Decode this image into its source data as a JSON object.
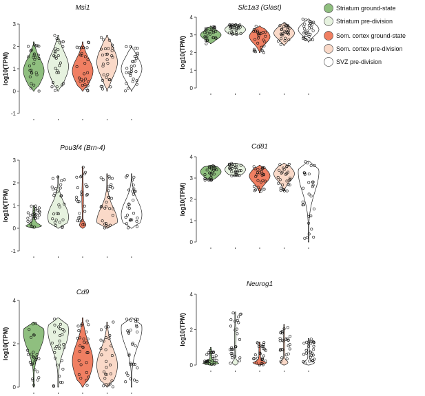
{
  "legend": [
    {
      "label": "Striatum ground-state",
      "color": "#8fbf7f"
    },
    {
      "label": "Striatum pre-division",
      "color": "#e6f2df"
    },
    {
      "label": "Som. cortex ground-state",
      "color": "#f07f62"
    },
    {
      "label": "Som. cortex pre-division",
      "color": "#fad9c8"
    },
    {
      "label": "SVZ pre-division",
      "color": "#ffffff"
    }
  ],
  "chart_data": [
    {
      "type": "violin",
      "title": "Msi1",
      "ylabel": "log10(TPM)",
      "ylim": [
        -1,
        3
      ],
      "yticks": [
        -1,
        0,
        1,
        2,
        3
      ],
      "series": [
        {
          "name": "Striatum ground-state",
          "median": 0.9,
          "range": [
            0,
            2.2
          ]
        },
        {
          "name": "Striatum pre-division",
          "median": 1.1,
          "range": [
            0,
            2.5
          ]
        },
        {
          "name": "Som. cortex ground-state",
          "median": 0.9,
          "range": [
            0,
            2.2
          ]
        },
        {
          "name": "Som. cortex pre-division",
          "median": 1.3,
          "range": [
            0,
            2.5
          ]
        },
        {
          "name": "SVZ pre-division",
          "median": 1.0,
          "range": [
            0,
            2.0
          ]
        }
      ]
    },
    {
      "type": "violin",
      "title": "Slc1a3 (Glast)",
      "ylabel": "log10(TPM)",
      "ylim": [
        0,
        4
      ],
      "yticks": [
        0,
        1,
        2,
        3,
        4
      ],
      "series": [
        {
          "name": "Striatum ground-state",
          "median": 3.0,
          "range": [
            2.5,
            3.5
          ]
        },
        {
          "name": "Striatum pre-division",
          "median": 3.3,
          "range": [
            3.0,
            3.6
          ]
        },
        {
          "name": "Som. cortex ground-state",
          "median": 2.9,
          "range": [
            2.0,
            3.5
          ]
        },
        {
          "name": "Som. cortex pre-division",
          "median": 3.1,
          "range": [
            2.4,
            3.7
          ]
        },
        {
          "name": "SVZ pre-division",
          "median": 3.3,
          "range": [
            2.6,
            3.9
          ]
        }
      ]
    },
    {
      "type": "violin",
      "title": "Pou3f4 (Brn-4)",
      "ylabel": "log10(TPM)",
      "ylim": [
        -1,
        3
      ],
      "yticks": [
        -1,
        0,
        1,
        2,
        3
      ],
      "series": [
        {
          "name": "Striatum ground-state",
          "median": 0,
          "range": [
            0,
            1.0
          ]
        },
        {
          "name": "Striatum pre-division",
          "median": 0.5,
          "range": [
            0,
            2.3
          ]
        },
        {
          "name": "Som. cortex ground-state",
          "median": 0,
          "range": [
            0,
            2.7
          ]
        },
        {
          "name": "Som. cortex pre-division",
          "median": 0.3,
          "range": [
            0,
            2.4
          ]
        },
        {
          "name": "SVZ pre-division",
          "median": 0.6,
          "range": [
            0,
            2.4
          ]
        }
      ]
    },
    {
      "type": "violin",
      "title": "Cd81",
      "ylabel": "log10(TPM)",
      "ylim": [
        0,
        4
      ],
      "yticks": [
        0,
        1,
        2,
        3,
        4
      ],
      "series": [
        {
          "name": "Striatum ground-state",
          "median": 3.3,
          "range": [
            2.9,
            3.6
          ]
        },
        {
          "name": "Striatum pre-division",
          "median": 3.4,
          "range": [
            3.1,
            3.7
          ]
        },
        {
          "name": "Som. cortex ground-state",
          "median": 3.1,
          "range": [
            2.3,
            3.6
          ]
        },
        {
          "name": "Som. cortex pre-division",
          "median": 3.2,
          "range": [
            2.4,
            3.7
          ]
        },
        {
          "name": "SVZ pre-division",
          "median": 3.3,
          "range": [
            0,
            3.8
          ]
        }
      ]
    },
    {
      "type": "violin",
      "title": "Cd9",
      "ylabel": "log10(TPM)",
      "ylim": [
        0,
        4
      ],
      "yticks": [
        0,
        2,
        4
      ],
      "series": [
        {
          "name": "Striatum ground-state",
          "median": 2.5,
          "range": [
            0,
            3.0
          ]
        },
        {
          "name": "Striatum pre-division",
          "median": 2.6,
          "range": [
            0,
            3.2
          ]
        },
        {
          "name": "Som. cortex ground-state",
          "median": 1.2,
          "range": [
            0,
            3.2
          ]
        },
        {
          "name": "Som. cortex pre-division",
          "median": 1.0,
          "range": [
            0,
            3.0
          ]
        },
        {
          "name": "SVZ pre-division",
          "median": 2.7,
          "range": [
            0,
            3.2
          ]
        }
      ]
    },
    {
      "type": "violin",
      "title": "Neurog1",
      "ylabel": "log10(TPM)",
      "ylim": [
        0,
        4
      ],
      "yticks": [
        0,
        2,
        4
      ],
      "series": [
        {
          "name": "Striatum ground-state",
          "median": 0,
          "range": [
            0,
            1.0
          ]
        },
        {
          "name": "Striatum pre-division",
          "median": 0,
          "range": [
            0,
            3.0
          ]
        },
        {
          "name": "Som. cortex ground-state",
          "median": 0,
          "range": [
            0,
            1.3
          ]
        },
        {
          "name": "Som. cortex pre-division",
          "median": 0,
          "range": [
            0,
            2.3
          ]
        },
        {
          "name": "SVZ pre-division",
          "median": 0,
          "range": [
            0,
            1.5
          ]
        }
      ]
    }
  ]
}
